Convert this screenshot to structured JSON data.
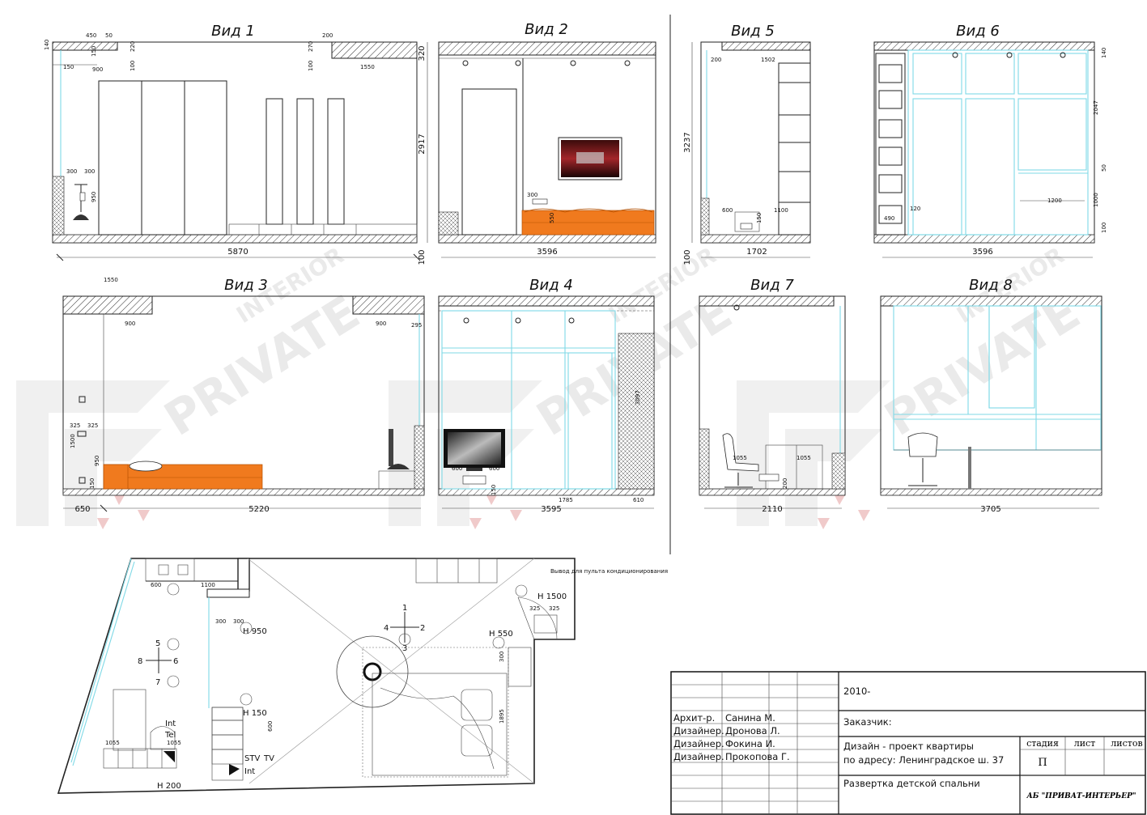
{
  "views": {
    "v1": {
      "title": "Вид 1",
      "total": "5870",
      "height": "2917",
      "top": "320",
      "bottom": "100"
    },
    "v2": {
      "title": "Вид 2",
      "total": "3596"
    },
    "v3": {
      "title": "Вид 3",
      "left": "650",
      "total": "5220"
    },
    "v4": {
      "title": "Вид 4",
      "total": "3595",
      "height": "3097"
    },
    "v5": {
      "title": "Вид 5",
      "total": "1702",
      "height": "3237",
      "bottom": "100"
    },
    "v6": {
      "title": "Вид 6",
      "total": "3596"
    },
    "v7": {
      "title": "Вид 7",
      "total": "2110"
    },
    "v8": {
      "title": "Вид 8",
      "total": "3705"
    }
  },
  "small_dims": {
    "v1_450": "450",
    "v1_50": "50",
    "v1_140": "140",
    "v1_150": "150",
    "v1_220": "220",
    "v1_100": "100",
    "v1_200": "200",
    "v1_270": "270",
    "v1_100b": "100",
    "v1_1550": "1550",
    "v1_900": "900",
    "v1_150b": "150",
    "v1_300a": "300",
    "v1_300b": "300",
    "v1_950": "950",
    "v2_300": "300",
    "v2_550": "550",
    "v3_1550": "1550",
    "v3_900a": "900",
    "v3_900b": "900",
    "v3_295": "295",
    "v3_325a": "325",
    "v3_325b": "325",
    "v3_1500": "1500",
    "v3_950": "950",
    "v3_150": "150",
    "v4_600a": "600",
    "v4_600b": "600",
    "v4_150": "150",
    "v4_1785": "1785",
    "v4_610": "610",
    "v5_200": "200",
    "v5_1502": "1502",
    "v5_600": "600",
    "v5_1100": "1100",
    "v5_150": "150",
    "v6_140": "140",
    "v6_2047": "2047",
    "v6_50": "50",
    "v6_1200": "1200",
    "v6_1000": "1000",
    "v6_100": "100",
    "v6_490": "490",
    "v6_120": "120",
    "v7_1055a": "1055",
    "v7_1055b": "1055",
    "v7_200": "200"
  },
  "plan": {
    "note": "Вывод для пульта кондиционирования",
    "d600": "600",
    "d1100": "1100",
    "d300a": "300",
    "d300b": "300",
    "h950": "H 950",
    "h1500": "H 1500",
    "d325a": "325",
    "d325b": "325",
    "h550": "H 550",
    "d300c": "300",
    "d1895": "1895",
    "h150": "H 150",
    "d600b": "600",
    "d1055a": "1055",
    "d1055b": "1055",
    "h200": "H 200",
    "int1": "Int",
    "tel": "Tel",
    "stv": "STV",
    "tv": "TV",
    "int2": "Int",
    "n1": "1",
    "n2": "2",
    "n3": "3",
    "n4": "4",
    "n5": "5",
    "n6": "6",
    "n7": "7",
    "n8": "8"
  },
  "stamp": {
    "year": "2010-",
    "client_label": "Заказчик:",
    "project_line1": "Дизайн - проект квартиры",
    "project_line2": "по адресу: Ленинградское ш. 37",
    "sheet_title": "Развертка детской спальни",
    "col_stage": "стадия",
    "col_sheet": "лист",
    "col_sheets": "листов",
    "stage_value": "П",
    "company": "АБ \"ПРИВАТ-ИНТЕРЬЕР\"",
    "people": [
      {
        "role": "Архит-р.",
        "name": "Санина М."
      },
      {
        "role": "Дизайнер.",
        "name": "Дронова Л."
      },
      {
        "role": "Дизайнер.",
        "name": "Фокина И."
      },
      {
        "role": "Дизайнер.",
        "name": "Прокопова Г."
      }
    ]
  },
  "watermark": {
    "brand": "PRIVATE",
    "sub": "INTERIOR"
  },
  "colors": {
    "furniture": "#f07a1e",
    "glass": "#7fd9e6",
    "line": "#222222"
  }
}
